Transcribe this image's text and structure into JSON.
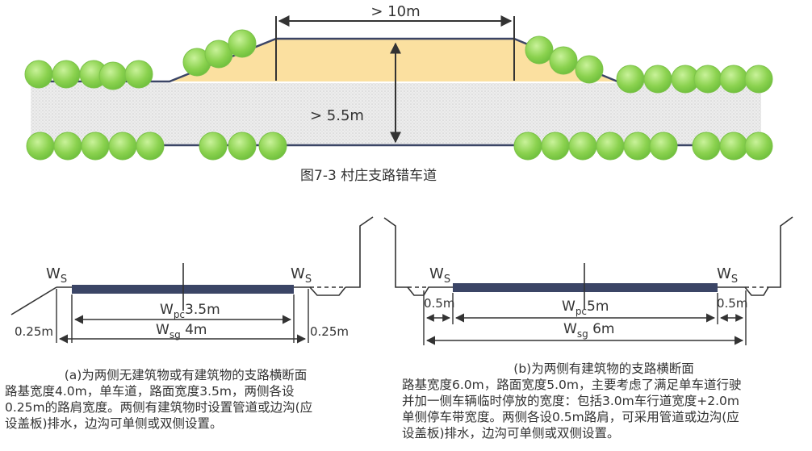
{
  "top": {
    "width_label": "> 10m",
    "height_label": "> 5.5m",
    "caption": "图7-3  村庄支路错车道"
  },
  "section_a": {
    "ws_left": "W",
    "ws_right": "W",
    "ws_sub": "S",
    "wpc_main": "W",
    "wpc_sub": "pc",
    "wpc_value": "3.5m",
    "wsg_main": "W",
    "wsg_sub": "sg",
    "wsg_value": " 4m",
    "shoulder_left": "0.25m",
    "shoulder_right": "0.25m",
    "title": "(a)为两侧无建筑物或有建筑物的支路横断面",
    "lines": [
      "路基宽度4.0m，单车道，路面宽度3.5m，两侧各设",
      "0.25m的路肩宽度。两侧有建筑物时设置管道或边沟(应",
      "设盖板)排水，边沟可单侧或双侧设置。"
    ]
  },
  "section_b": {
    "ws_left": "W",
    "ws_right": "W",
    "ws_sub": "S",
    "wpc_main": "W",
    "wpc_sub": "pc",
    "wpc_value": "5m",
    "wsg_main": "W",
    "wsg_sub": "sg",
    "wsg_value": " 6m",
    "shoulder_left": "0.5m",
    "shoulder_right": "0.5m",
    "title": "(b)为两侧有建筑物的支路横断面",
    "lines": [
      "路基宽度6.0m，路面宽度5.0m，主要考虑了满足单车道行驶",
      "并加一侧车辆临时停放的宽度：包括3.0m车行道宽度+2.0m",
      "单侧停车带宽度。两侧各设0.5m路肩，可采用管道或边沟(应",
      "设盖板)排水，边沟可单侧或双侧设置。"
    ]
  },
  "colors": {
    "tree": "#8bd24f",
    "tree_edge": "#5aa83a",
    "ground_line": "#3b4566",
    "passing_bay": "#fbe0a0",
    "gravel": "#e8e8e8",
    "road_surface": "#3b4566",
    "dim_line": "#333333"
  }
}
